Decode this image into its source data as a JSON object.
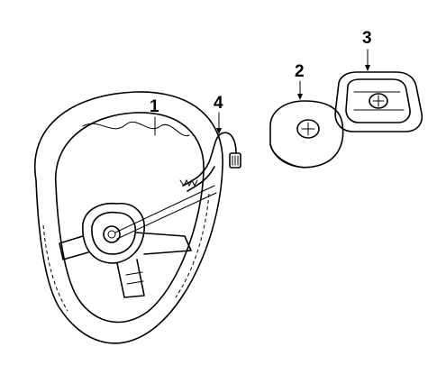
{
  "callouts": {
    "steering_wheel": "1",
    "horn_pad": "2",
    "horn_pad_alt": "3",
    "cable": "4"
  }
}
